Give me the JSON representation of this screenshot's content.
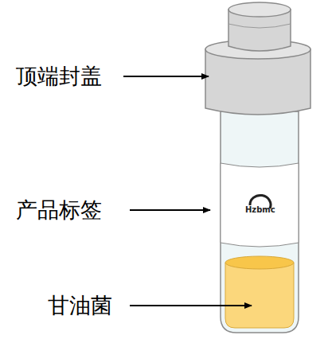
{
  "diagram": {
    "labels": [
      "顶端封盖",
      "产品标签",
      "Hzbmc",
      "甘油菌"
    ]
  }
}
